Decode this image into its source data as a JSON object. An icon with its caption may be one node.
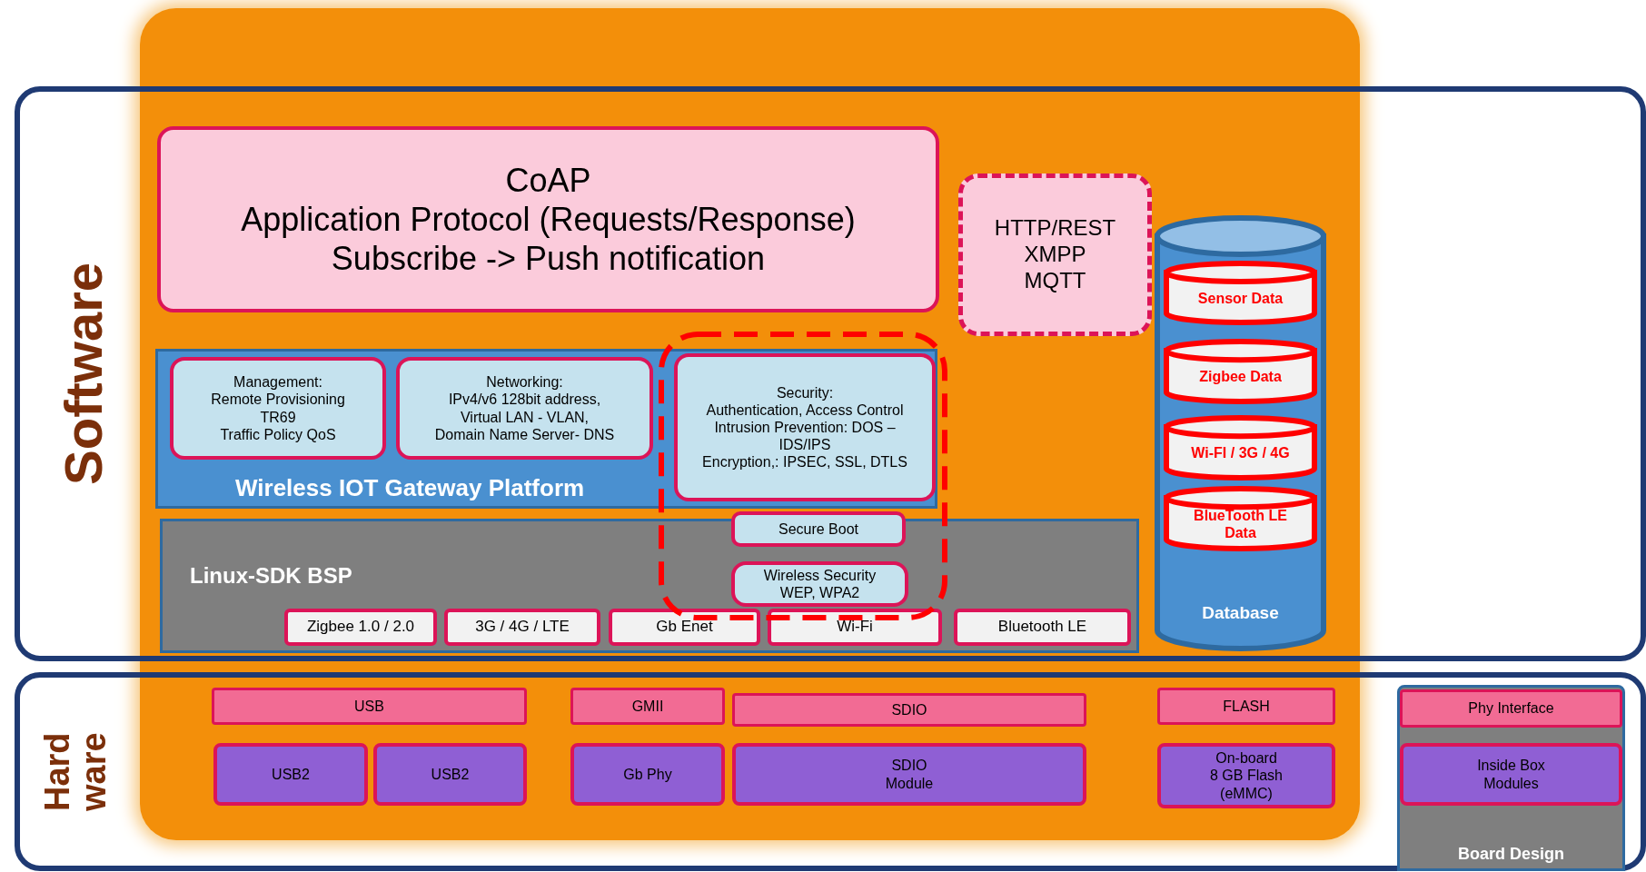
{
  "diagram": {
    "nodes": [
      {
        "text": [],
        "shape": "box"
      },
      {
        "text": [
          "Software"
        ]
      },
      {
        "text": [
          "Hard ware"
        ]
      },
      {
        "text": [
          "CoAP",
          "Application Protocol (Requests/Response)",
          "Subscribe -> Push notification"
        ]
      },
      {
        "text": [
          "HTTP/REST",
          "XMPP",
          "MQTT"
        ]
      },
      {
        "text": [
          "Database"
        ]
      },
      {
        "text": [
          "Sensor Data"
        ],
        "in": 5
      },
      {
        "text": [
          "Zigbee Data"
        ],
        "in": 5
      },
      {
        "text": [
          "Wi-FI / 3G / 4G"
        ],
        "in": 5
      },
      {
        "text": [
          "BlueTooth LE Data"
        ],
        "in": 5
      },
      {
        "text": [
          "Wireless IOT Gateway Platform"
        ]
      },
      {
        "text": [
          "Management:",
          "Remote Provisioning",
          "TR69",
          "Traffic Policy QoS"
        ],
        "in": 10
      },
      {
        "text": [
          "Networking:",
          "IPv4/v6 128bit address,",
          "Virtual LAN - VLAN,",
          "Domain Name Server- DNS"
        ],
        "in": 10
      },
      {
        "text": [
          "Security:",
          "Authentication, Access Control",
          "Intrusion Prevention: DOS – IDS/IPS",
          "Encryption,: IPSEC, SSL, DTLS"
        ],
        "in": 10
      },
      {
        "text": [
          "Linux-SDK  BSP"
        ]
      },
      {
        "text": [
          "Secure Boot"
        ]
      },
      {
        "text": [
          "Wireless Security",
          "WEP, WPA2"
        ],
        "in": 14
      },
      {
        "text": [
          "Zigbee 1.0 / 2.0"
        ],
        "in": 14
      },
      {
        "text": [
          "3G / 4G / LTE"
        ],
        "in": 14
      },
      {
        "text": [
          "Gb Enet"
        ],
        "in": 14
      },
      {
        "text": [
          "Wi-Fi"
        ],
        "in": 14
      },
      {
        "text": [
          "Bluetooth LE"
        ],
        "in": 14
      },
      {
        "text": [
          "USB"
        ]
      },
      {
        "text": [
          "GMII"
        ]
      },
      {
        "text": [
          "SDIO"
        ]
      },
      {
        "text": [
          "FLASH"
        ]
      },
      {
        "text": [
          "Board Design"
        ],
        "in": 2
      },
      {
        "text": [
          "Phy Interface"
        ],
        "in": 26
      },
      {
        "text": [
          "USB2"
        ]
      },
      {
        "text": [
          "USB2"
        ]
      },
      {
        "text": [
          "Gb Phy"
        ]
      },
      {
        "text": [
          "SDIO",
          "Module"
        ]
      },
      {
        "text": [
          "On-board",
          "8 GB Flash",
          "(eMMC)"
        ]
      },
      {
        "text": [
          "Inside Box",
          "Modules"
        ],
        "in": 26
      }
    ]
  }
}
